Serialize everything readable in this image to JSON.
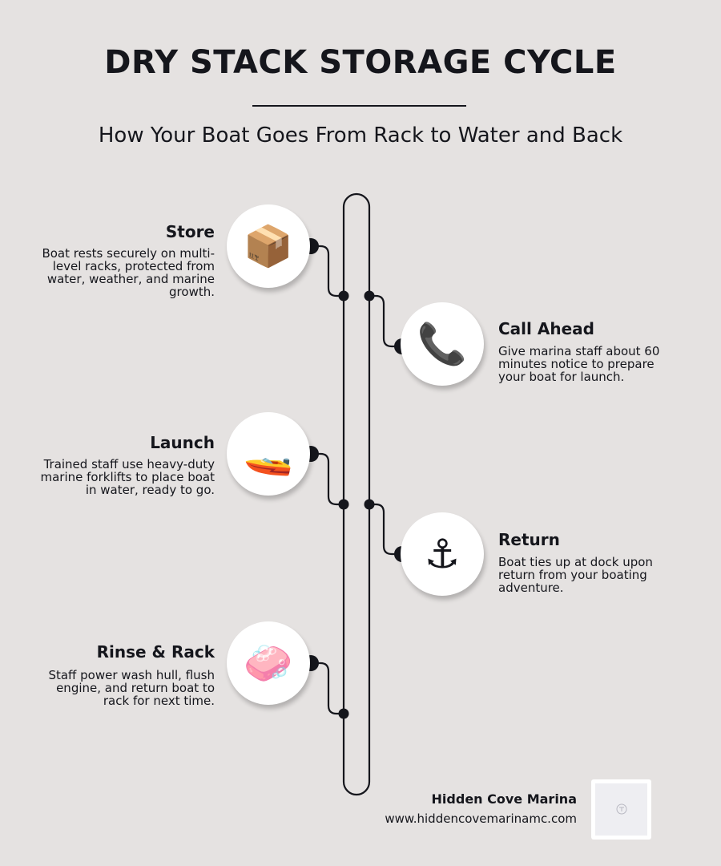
{
  "header": {
    "title": "DRY STACK STORAGE CYCLE",
    "subtitle": "How Your Boat Goes From Rack to Water and Back"
  },
  "steps": [
    {
      "title": "Store",
      "description": "Boat rests securely on multi-level racks, protected from water, weather, and marine growth.",
      "icon": "box-icon",
      "glyph": "📦",
      "side": "left"
    },
    {
      "title": "Call Ahead",
      "description": "Give marina staff about 60 minutes notice to prepare your boat for launch.",
      "icon": "phone-icon",
      "glyph": "📞",
      "side": "right"
    },
    {
      "title": "Launch",
      "description": "Trained staff use heavy-duty marine forklifts to place boat in water, ready to go.",
      "icon": "speedboat-icon",
      "glyph": "🚤",
      "side": "left"
    },
    {
      "title": "Return",
      "description": "Boat ties up at dock upon return from your boating adventure.",
      "icon": "anchor-icon",
      "glyph": "⚓",
      "side": "right"
    },
    {
      "title": "Rinse & Rack",
      "description": "Staff power wash hull, flush engine, and return boat to rack for next time.",
      "icon": "soap-icon",
      "glyph": "🧼",
      "side": "left"
    }
  ],
  "footer": {
    "brand_name": "Hidden Cove Marina",
    "website": "www.hiddencovemarinamc.com",
    "qr_icon": "qr-code-icon"
  },
  "colors": {
    "background": "#e5e2e1",
    "ink": "#15161c",
    "circle": "#ffffff"
  }
}
